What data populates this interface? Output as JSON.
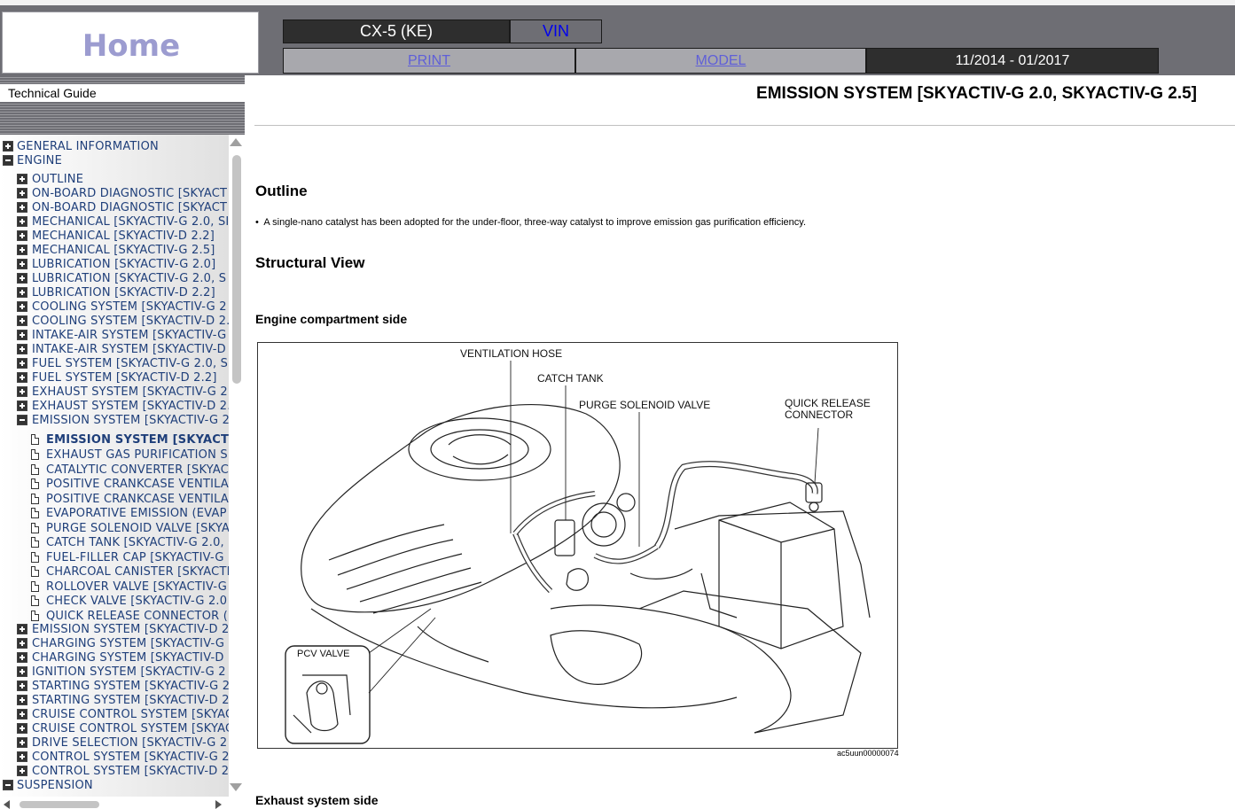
{
  "header": {
    "home_label": "Home",
    "model_name": "CX-5 (KE)",
    "vin_label": "VIN",
    "print_label": "PRINT",
    "model_label": "MODEL",
    "date_range": "11/2014 - 01/2017"
  },
  "sidebar": {
    "guide_title": "Technical Guide",
    "tree": [
      {
        "label": "GENERAL INFORMATION",
        "level": 0,
        "kind": "plus"
      },
      {
        "label": "ENGINE",
        "level": 0,
        "kind": "minus"
      },
      {
        "label": "OUTLINE",
        "level": 1,
        "kind": "plus"
      },
      {
        "label": "ON-BOARD DIAGNOSTIC [SKYACT",
        "level": 1,
        "kind": "plus"
      },
      {
        "label": "ON-BOARD DIAGNOSTIC [SKYACT",
        "level": 1,
        "kind": "plus"
      },
      {
        "label": "MECHANICAL [SKYACTIV-G 2.0, SI",
        "level": 1,
        "kind": "plus"
      },
      {
        "label": "MECHANICAL [SKYACTIV-D 2.2]",
        "level": 1,
        "kind": "plus"
      },
      {
        "label": "MECHANICAL [SKYACTIV-G 2.5]",
        "level": 1,
        "kind": "plus"
      },
      {
        "label": "LUBRICATION [SKYACTIV-G 2.0]",
        "level": 1,
        "kind": "plus"
      },
      {
        "label": "LUBRICATION [SKYACTIV-G 2.0, S",
        "level": 1,
        "kind": "plus"
      },
      {
        "label": "LUBRICATION [SKYACTIV-D 2.2]",
        "level": 1,
        "kind": "plus"
      },
      {
        "label": "COOLING SYSTEM [SKYACTIV-G 2",
        "level": 1,
        "kind": "plus"
      },
      {
        "label": "COOLING SYSTEM [SKYACTIV-D 2.",
        "level": 1,
        "kind": "plus"
      },
      {
        "label": "INTAKE-AIR SYSTEM [SKYACTIV-G",
        "level": 1,
        "kind": "plus"
      },
      {
        "label": "INTAKE-AIR SYSTEM [SKYACTIV-D",
        "level": 1,
        "kind": "plus"
      },
      {
        "label": "FUEL SYSTEM [SKYACTIV-G 2.0, S",
        "level": 1,
        "kind": "plus"
      },
      {
        "label": "FUEL SYSTEM [SKYACTIV-D 2.2]",
        "level": 1,
        "kind": "plus"
      },
      {
        "label": "EXHAUST SYSTEM [SKYACTIV-G 2.",
        "level": 1,
        "kind": "plus"
      },
      {
        "label": "EXHAUST SYSTEM [SKYACTIV-D 2.",
        "level": 1,
        "kind": "plus"
      },
      {
        "label": "EMISSION SYSTEM [SKYACTIV-G 2",
        "level": 1,
        "kind": "minus"
      },
      {
        "label": "EMISSION SYSTEM [SKYACTI",
        "level": 2,
        "kind": "doc",
        "selected": true
      },
      {
        "label": "EXHAUST GAS PURIFICATION S",
        "level": 2,
        "kind": "doc"
      },
      {
        "label": "CATALYTIC CONVERTER [SKYAC",
        "level": 2,
        "kind": "doc"
      },
      {
        "label": "POSITIVE CRANKCASE VENTILA",
        "level": 2,
        "kind": "doc"
      },
      {
        "label": "POSITIVE CRANKCASE VENTILA",
        "level": 2,
        "kind": "doc"
      },
      {
        "label": "EVAPORATIVE EMISSION (EVAP",
        "level": 2,
        "kind": "doc"
      },
      {
        "label": "PURGE SOLENOID VALVE [SKYA",
        "level": 2,
        "kind": "doc"
      },
      {
        "label": "CATCH TANK [SKYACTIV-G 2.0,",
        "level": 2,
        "kind": "doc"
      },
      {
        "label": "FUEL-FILLER CAP [SKYACTIV-G",
        "level": 2,
        "kind": "doc"
      },
      {
        "label": "CHARCOAL CANISTER [SKYACTI",
        "level": 2,
        "kind": "doc"
      },
      {
        "label": "ROLLOVER VALVE [SKYACTIV-G",
        "level": 2,
        "kind": "doc"
      },
      {
        "label": "CHECK VALVE [SKYACTIV-G 2.0",
        "level": 2,
        "kind": "doc"
      },
      {
        "label": "QUICK RELEASE CONNECTOR (E",
        "level": 2,
        "kind": "doc"
      },
      {
        "label": "EMISSION SYSTEM [SKYACTIV-D 2",
        "level": 1,
        "kind": "plus"
      },
      {
        "label": "CHARGING SYSTEM [SKYACTIV-G",
        "level": 1,
        "kind": "plus"
      },
      {
        "label": "CHARGING SYSTEM [SKYACTIV-D",
        "level": 1,
        "kind": "plus"
      },
      {
        "label": "IGNITION SYSTEM [SKYACTIV-G 2",
        "level": 1,
        "kind": "plus"
      },
      {
        "label": "STARTING SYSTEM [SKYACTIV-G 2",
        "level": 1,
        "kind": "plus"
      },
      {
        "label": "STARTING SYSTEM [SKYACTIV-D 2",
        "level": 1,
        "kind": "plus"
      },
      {
        "label": "CRUISE CONTROL SYSTEM [SKYAC",
        "level": 1,
        "kind": "plus"
      },
      {
        "label": "CRUISE CONTROL SYSTEM [SKYAC",
        "level": 1,
        "kind": "plus"
      },
      {
        "label": "DRIVE SELECTION [SKYACTIV-G 2",
        "level": 1,
        "kind": "plus"
      },
      {
        "label": "CONTROL SYSTEM [SKYACTIV-G 2",
        "level": 1,
        "kind": "plus"
      },
      {
        "label": "CONTROL SYSTEM [SKYACTIV-D 2",
        "level": 1,
        "kind": "plus"
      },
      {
        "label": "SUSPENSION",
        "level": 0,
        "kind": "minus"
      }
    ]
  },
  "content": {
    "title": "EMISSION SYSTEM [SKYACTIV-G 2.0, SKYACTIV-G 2.5]",
    "outline_heading": "Outline",
    "outline_bullet": "A single-nano catalyst has been adopted for the under-floor, three-way catalyst to improve emission gas purification efficiency.",
    "structural_heading": "Structural View",
    "engine_side_heading": "Engine compartment side",
    "figure": {
      "labels": {
        "ventilation_hose": "VENTILATION HOSE",
        "catch_tank": "CATCH TANK",
        "purge_solenoid_valve": "PURGE SOLENOID VALVE",
        "quick_release_1": "QUICK RELEASE",
        "quick_release_2": "CONNECTOR",
        "pcv_valve": "PCV VALVE"
      },
      "figure_id": "ac5uun00000074"
    },
    "exhaust_side_heading": "Exhaust system side"
  },
  "icons": {
    "expand": "plus-box-icon",
    "collapse": "minus-box-icon",
    "document": "document-icon"
  }
}
